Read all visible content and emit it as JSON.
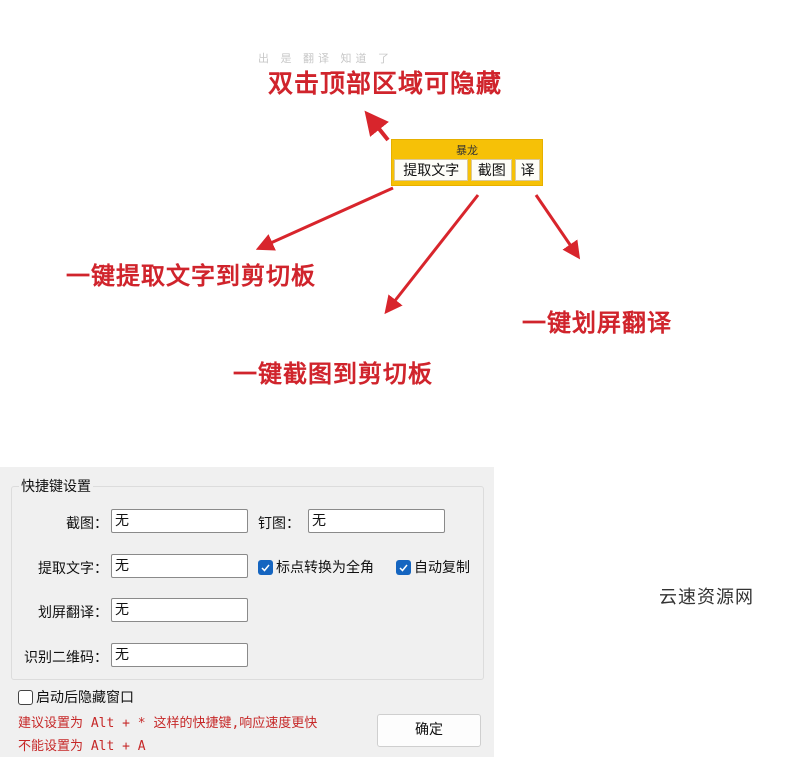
{
  "annotations": {
    "faint_text": "出 是 翻译 知道 了",
    "hide_hint": "双击顶部区域可隐藏",
    "extract_text_hint": "一键提取文字到剪切板",
    "translate_hint": "一键划屏翻译",
    "screenshot_hint": "一键截图到剪切板"
  },
  "toolbar": {
    "title": "暴龙",
    "buttons": [
      "提取文字",
      "截图",
      "译"
    ],
    "background_color": "#f6c107"
  },
  "settings": {
    "group_title": "快捷键设置",
    "fields": {
      "screenshot": {
        "label": "截图：",
        "value": "无"
      },
      "pin": {
        "label": "钉图：",
        "value": "无"
      },
      "extract_text": {
        "label": "提取文字：",
        "value": "无"
      },
      "translate": {
        "label": "划屏翻译：",
        "value": "无"
      },
      "qrcode": {
        "label": "识别二维码：",
        "value": "无"
      }
    },
    "checkboxes": {
      "fullwidth_punct": {
        "label": "标点转换为全角",
        "checked": true
      },
      "auto_copy": {
        "label": "自动复制",
        "checked": true
      },
      "hide_on_start": {
        "label": "启动后隐藏窗口",
        "checked": false
      }
    },
    "hint_line1": "建议设置为 Alt + * 这样的快捷键,响应速度更快",
    "hint_line2": "不能设置为 Alt + A",
    "ok_label": "确定"
  },
  "watermark": "云速资源网",
  "colors": {
    "annotation_red": "#d0242c",
    "checkbox_blue": "#1565c0",
    "hint_red": "#c62828"
  }
}
